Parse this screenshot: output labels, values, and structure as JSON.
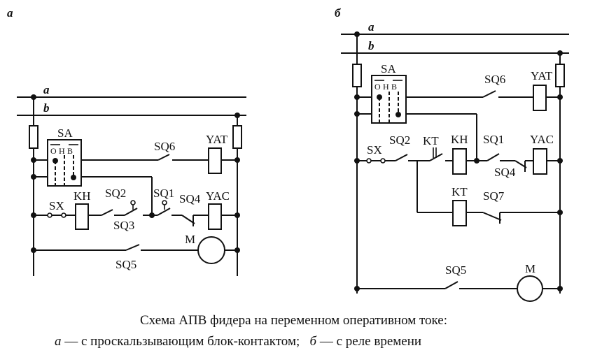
{
  "panels": {
    "a": {
      "label": "a",
      "buses": {
        "a": "a",
        "b": "b"
      },
      "components": {
        "SA": "SA",
        "SA_positions": [
          "O",
          "H",
          "B"
        ],
        "SQ6": "SQ6",
        "YAT": "YAT",
        "SX": "SX",
        "KH": "KH",
        "SQ2": "SQ2",
        "SQ3": "SQ3",
        "SQ1": "SQ1",
        "SQ4": "SQ4",
        "YAC": "YAC",
        "SQ5": "SQ5",
        "M": "M"
      }
    },
    "b": {
      "label": "б",
      "buses": {
        "a": "a",
        "b": "b"
      },
      "components": {
        "SA": "SA",
        "SA_positions": [
          "O",
          "H",
          "B"
        ],
        "SQ6": "SQ6",
        "YAT": "YAT",
        "SX": "SX",
        "SQ2": "SQ2",
        "KT": "KT",
        "KH": "KH",
        "SQ1": "SQ1",
        "SQ4": "SQ4",
        "YAC": "YAC",
        "KT_coil": "KT",
        "SQ7": "SQ7",
        "SQ5": "SQ5",
        "M": "M"
      }
    }
  },
  "caption": {
    "line1": "Схема АПВ  фидера на переменном  оперативном токе:",
    "line2_a_letter": "а",
    "line2_a_text": " — с проскальзывающим блок-контактом;   ",
    "line2_b_letter": "б",
    "line2_b_text": " — с реле  времени"
  }
}
